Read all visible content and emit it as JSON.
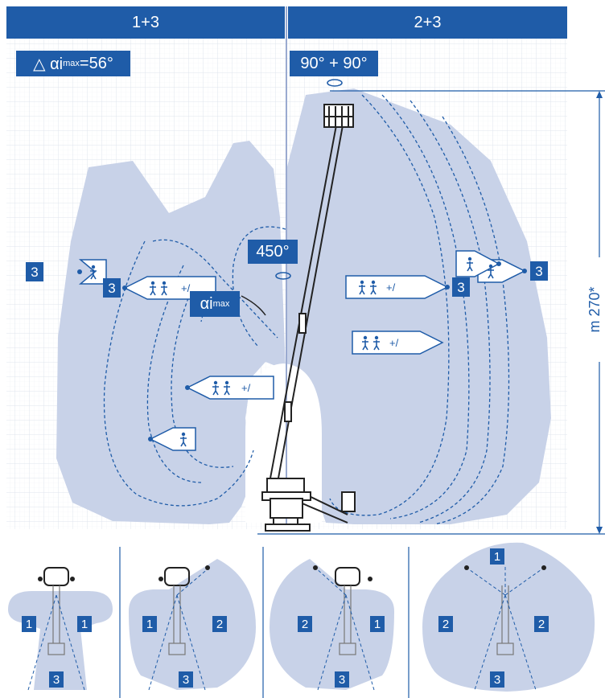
{
  "header": {
    "left": "1+3",
    "right": "2+3"
  },
  "angle_label": "△ αi",
  "angle_sub": "max",
  "angle_value": "=56°",
  "rotation_top": "90° + 90°",
  "rotation_mid": "450°",
  "alpha_label": "αi",
  "alpha_sub": "max",
  "height_label": "m 270*",
  "zone_numbers": {
    "one": "1",
    "two": "2",
    "three": "3"
  },
  "colors": {
    "brand": "#1f5ca8",
    "envelope": "#c8d2e8",
    "grid": "#e6eaf2",
    "line": "#1f5ca8"
  },
  "icons": [
    "rotation-arrow-icon",
    "person-icon",
    "person-tool-icon",
    "basket-icon"
  ],
  "footprints": [
    {
      "zones": [
        "1",
        "1",
        "3"
      ]
    },
    {
      "zones": [
        "1",
        "2",
        "3"
      ]
    },
    {
      "zones": [
        "2",
        "1",
        "3"
      ]
    },
    {
      "zones": [
        "1",
        "2",
        "2",
        "3"
      ]
    }
  ]
}
